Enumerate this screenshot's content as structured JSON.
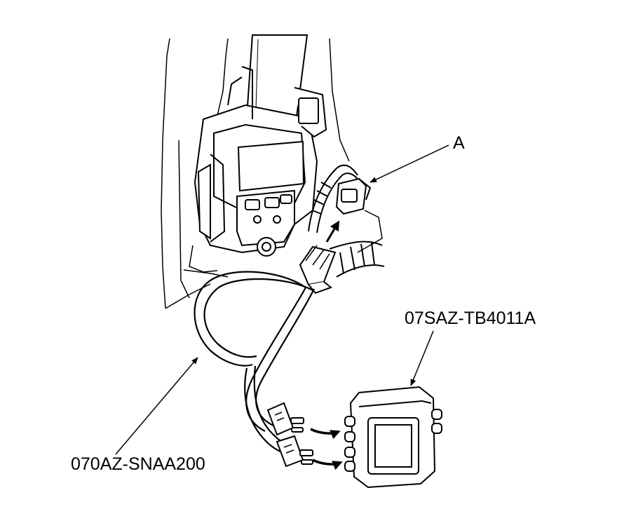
{
  "labels": {
    "connector": "A",
    "dummy_tool": "07SAZ-TB4011A",
    "harness_tool": "070AZ-SNAA200"
  },
  "colors": {
    "line": "#000000",
    "background": "#ffffff",
    "fill": "#ffffff"
  },
  "icons": {
    "connector_a": "connector-icon",
    "tensioner": "seat-belt-tensioner-icon",
    "test_harness": "test-harness-icon",
    "dummy_box": "dummy-connector-box-icon"
  }
}
